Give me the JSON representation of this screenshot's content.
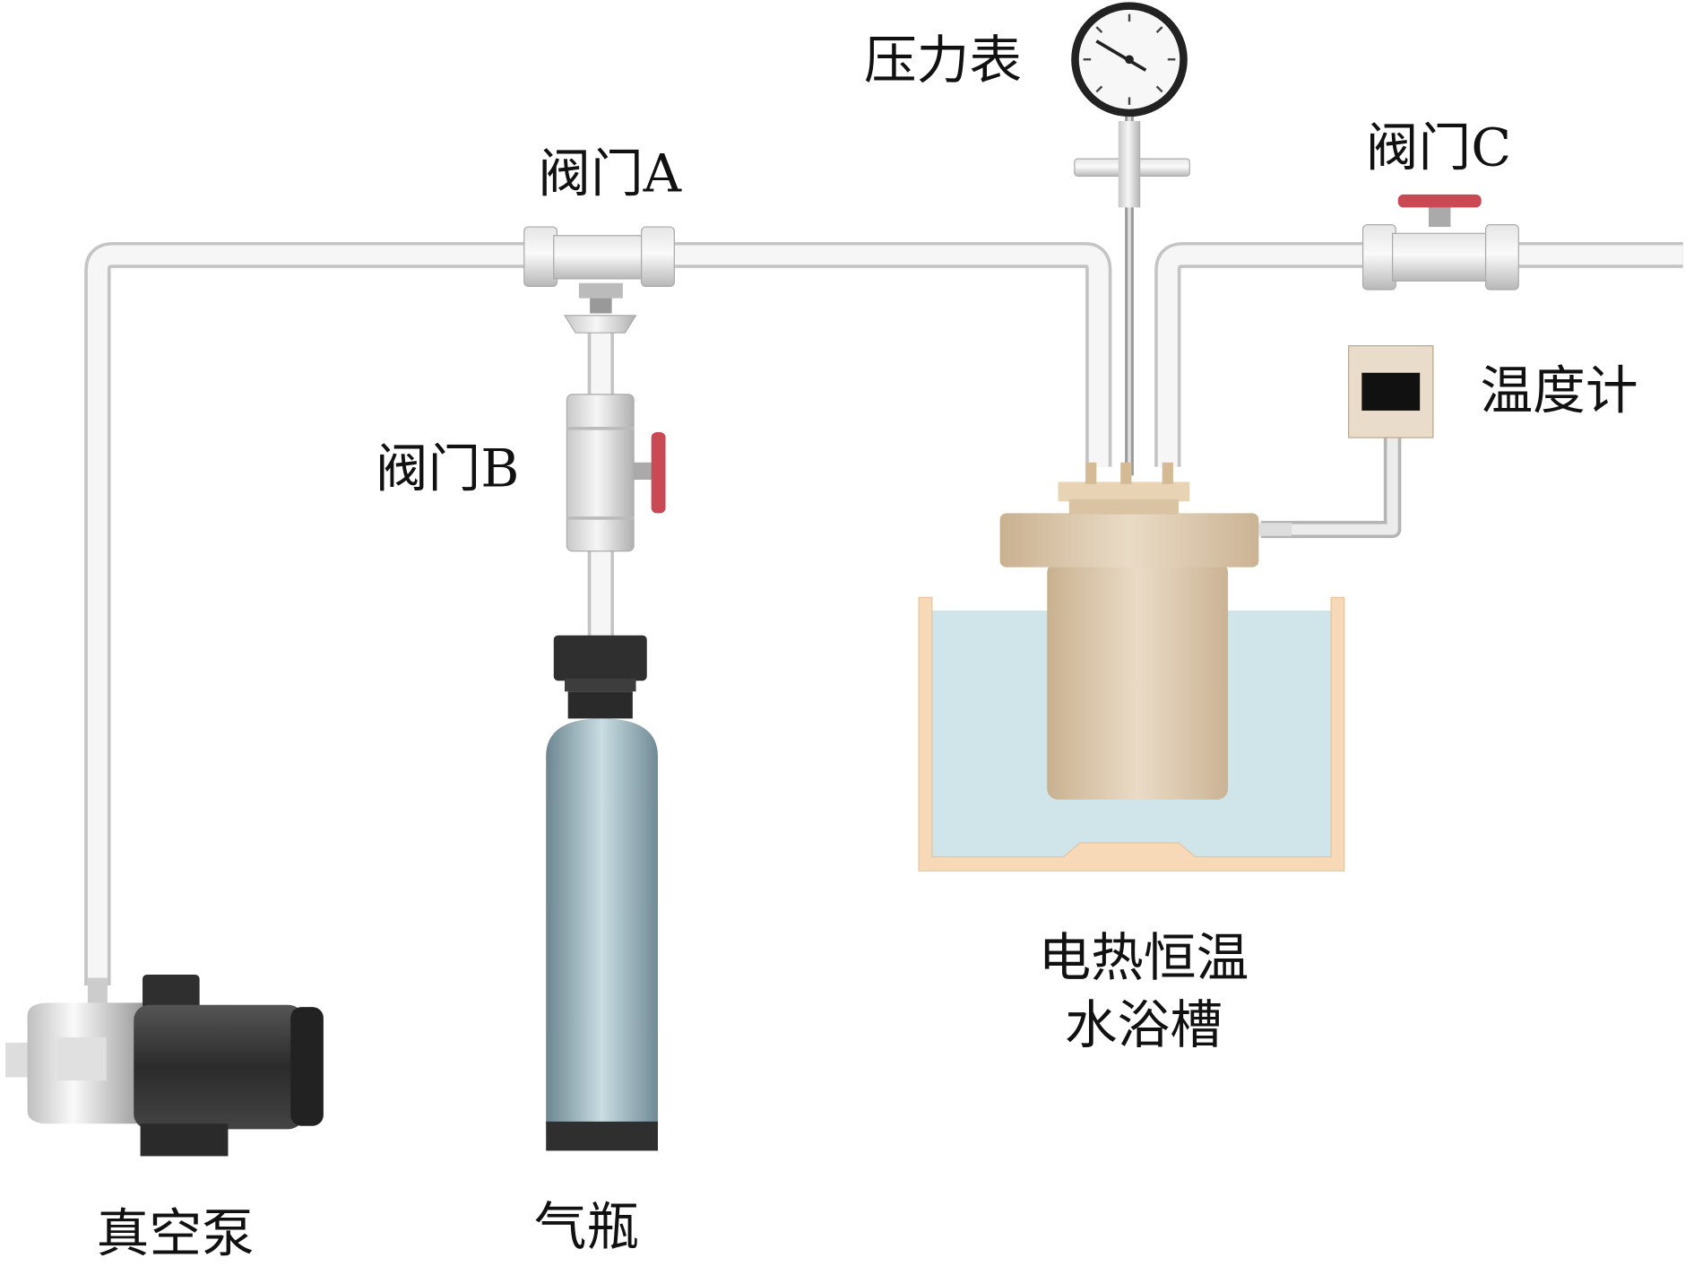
{
  "labels": {
    "pressure_gauge": "压力表",
    "valve_a": "阀门A",
    "valve_b": "阀门B",
    "valve_c": "阀门C",
    "thermometer": "温度计",
    "water_bath_line1": "电热恒温",
    "water_bath_line2": "水浴槽",
    "vacuum_pump": "真空泵",
    "gas_cylinder": "气瓶"
  },
  "colors": {
    "pipe": "#f4f4f4",
    "pipe_edge": "#c8c8c8",
    "valve_handle": "#c94a55",
    "water": "#cfe5ea",
    "bath_wall": "#f7d9b8",
    "reactor": "#dcc6aa",
    "cylinder": "#8fa6b0",
    "cylinder_cap": "#2f2f2f",
    "pump_motor": "#3a3a3a"
  }
}
